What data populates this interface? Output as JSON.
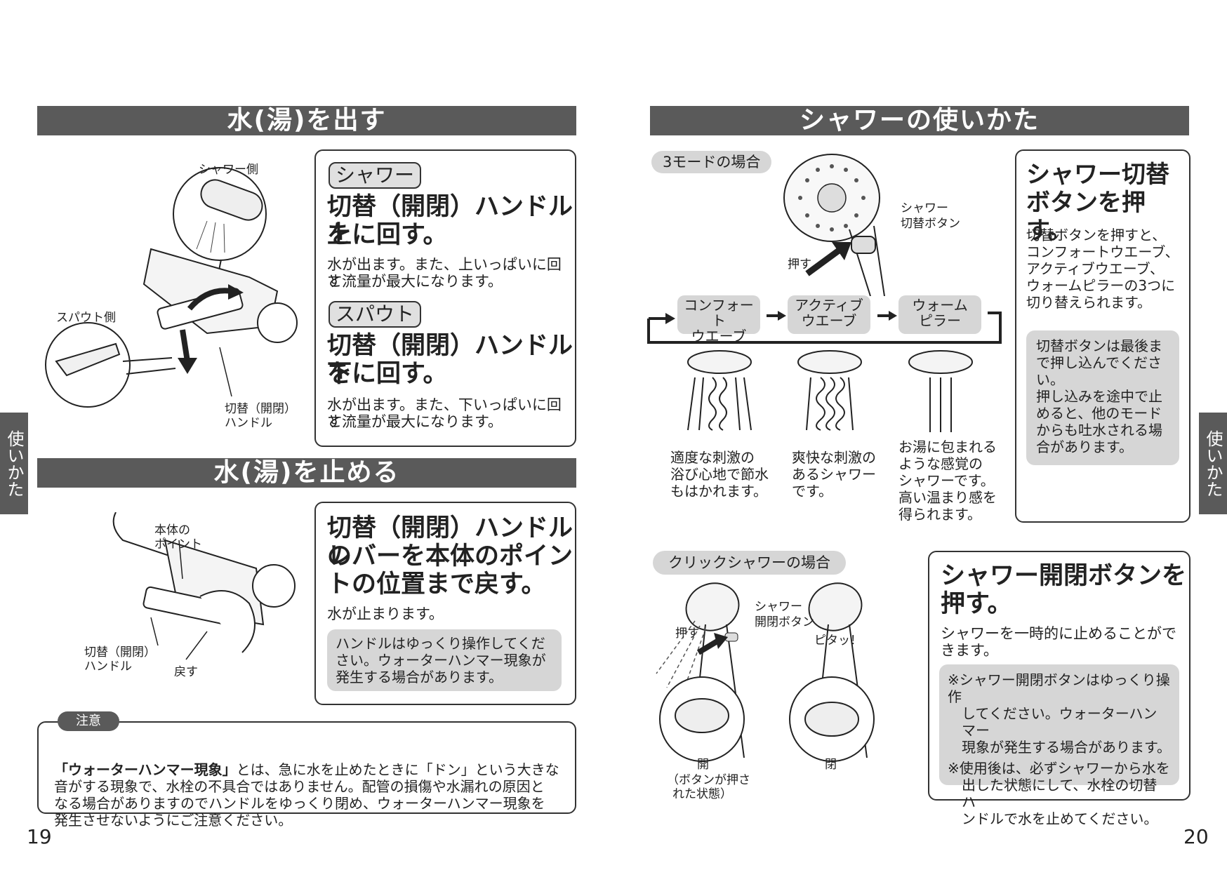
{
  "left": {
    "header1": "水(湯)を出す",
    "illus1": {
      "shower_side": "シャワー側",
      "spout_side": "スパウト側",
      "handle_label_1": "切替（開閉）",
      "handle_label_2": "ハンドル"
    },
    "box1": {
      "shower_tag": "シャワー",
      "shower_heading_1": "切替（開閉）ハンドルを",
      "shower_heading_2": "上に回す。",
      "shower_text_1": "水が出ます。また、上いっぱいに回す",
      "shower_text_2": "と流量が最大になります。",
      "spout_tag": "スパウト",
      "spout_heading_1": "切替（開閉）ハンドルを",
      "spout_heading_2": "下に回す。",
      "spout_text_1": "水が出ます。また、下いっぱいに回す",
      "spout_text_2": "と流量が最大になります。"
    },
    "header2": "水(湯)を止める",
    "illus2": {
      "point_1": "本体の",
      "point_2": "ポイント",
      "handle_1": "切替（開閉）",
      "handle_2": "ハンドル",
      "return": "戻す"
    },
    "box2": {
      "heading_1": "切替（開閉）ハンドルの",
      "heading_2": "レバーを本体のポイン",
      "heading_3": "トの位置まで戻す。",
      "text": "水が止まります。",
      "note_1": "ハンドルはゆっくり操作してくだ",
      "note_2": "さい。ウォーターハンマー現象が",
      "note_3": "発生する場合があります。"
    },
    "caution": {
      "tag": "注意",
      "line1_bold": "「ウォーターハンマー現象」",
      "line1": "とは、急に水を止めたときに「ドン」という大きな",
      "line2": "音がする現象で、水栓の不具合ではありません。配管の損傷や水漏れの原因と",
      "line3": "なる場合がありますのでハンドルをゆっくり閉め、ウォーターハンマー現象を",
      "line4": "発生させないようにご注意ください。"
    },
    "page_number": "19",
    "side_tab": "使いかた"
  },
  "right": {
    "header": "シャワーの使いかた",
    "mode3_tag": "3モードの場合",
    "switch_button_1": "シャワー",
    "switch_button_2": "切替ボタン",
    "push": "押す",
    "modes": [
      {
        "line1": "コンフォート",
        "line2": "ウエーブ"
      },
      {
        "line1": "アクティブ",
        "line2": "ウエーブ"
      },
      {
        "line1": "ウォーム",
        "line2": "ピラー"
      }
    ],
    "mode_desc": [
      [
        "適度な刺激の",
        "浴び心地で節水",
        "もはかれます。"
      ],
      [
        "爽快な刺激の",
        "あるシャワー",
        "です。"
      ],
      [
        "お湯に包まれる",
        "ような感覚の",
        "シャワーです。",
        "高い温まり感を",
        "得られます。"
      ]
    ],
    "box1": {
      "heading_1": "シャワー切替",
      "heading_2": "ボタンを押す。",
      "text": [
        "切替ボタンを押すと、",
        "コンフォートウエーブ、",
        "アクティブウエーブ、",
        "ウォームピラーの3つに",
        "切り替えられます。"
      ],
      "note": [
        "切替ボタンは最後ま",
        "で押し込んでくださ",
        "い。",
        "押し込みを途中で止",
        "めると、他のモード",
        "からも吐水される場",
        "合があります。"
      ]
    },
    "click_tag": "クリックシャワーの場合",
    "click_button_1": "シャワー",
    "click_button_2": "開閉ボタン",
    "push2": "押す",
    "pita": "ピタッ！",
    "open": "開",
    "open_note_1": "（ボタンが押さ",
    "open_note_2": "れた状態）",
    "closed": "閉",
    "box2": {
      "heading_1": "シャワー開閉ボタンを",
      "heading_2": "押す。",
      "text_1": "シャワーを一時的に止めることがで",
      "text_2": "きます。",
      "note1": [
        "※シャワー開閉ボタンはゆっくり操作",
        "してください。ウォーターハンマー",
        "現象が発生する場合があります。"
      ],
      "note2": [
        "※使用後は、必ずシャワーから水を",
        "出した状態にして、水栓の切替ハ",
        "ンドルで水を止めてください。"
      ]
    },
    "page_number": "20",
    "side_tab": "使いかた"
  }
}
